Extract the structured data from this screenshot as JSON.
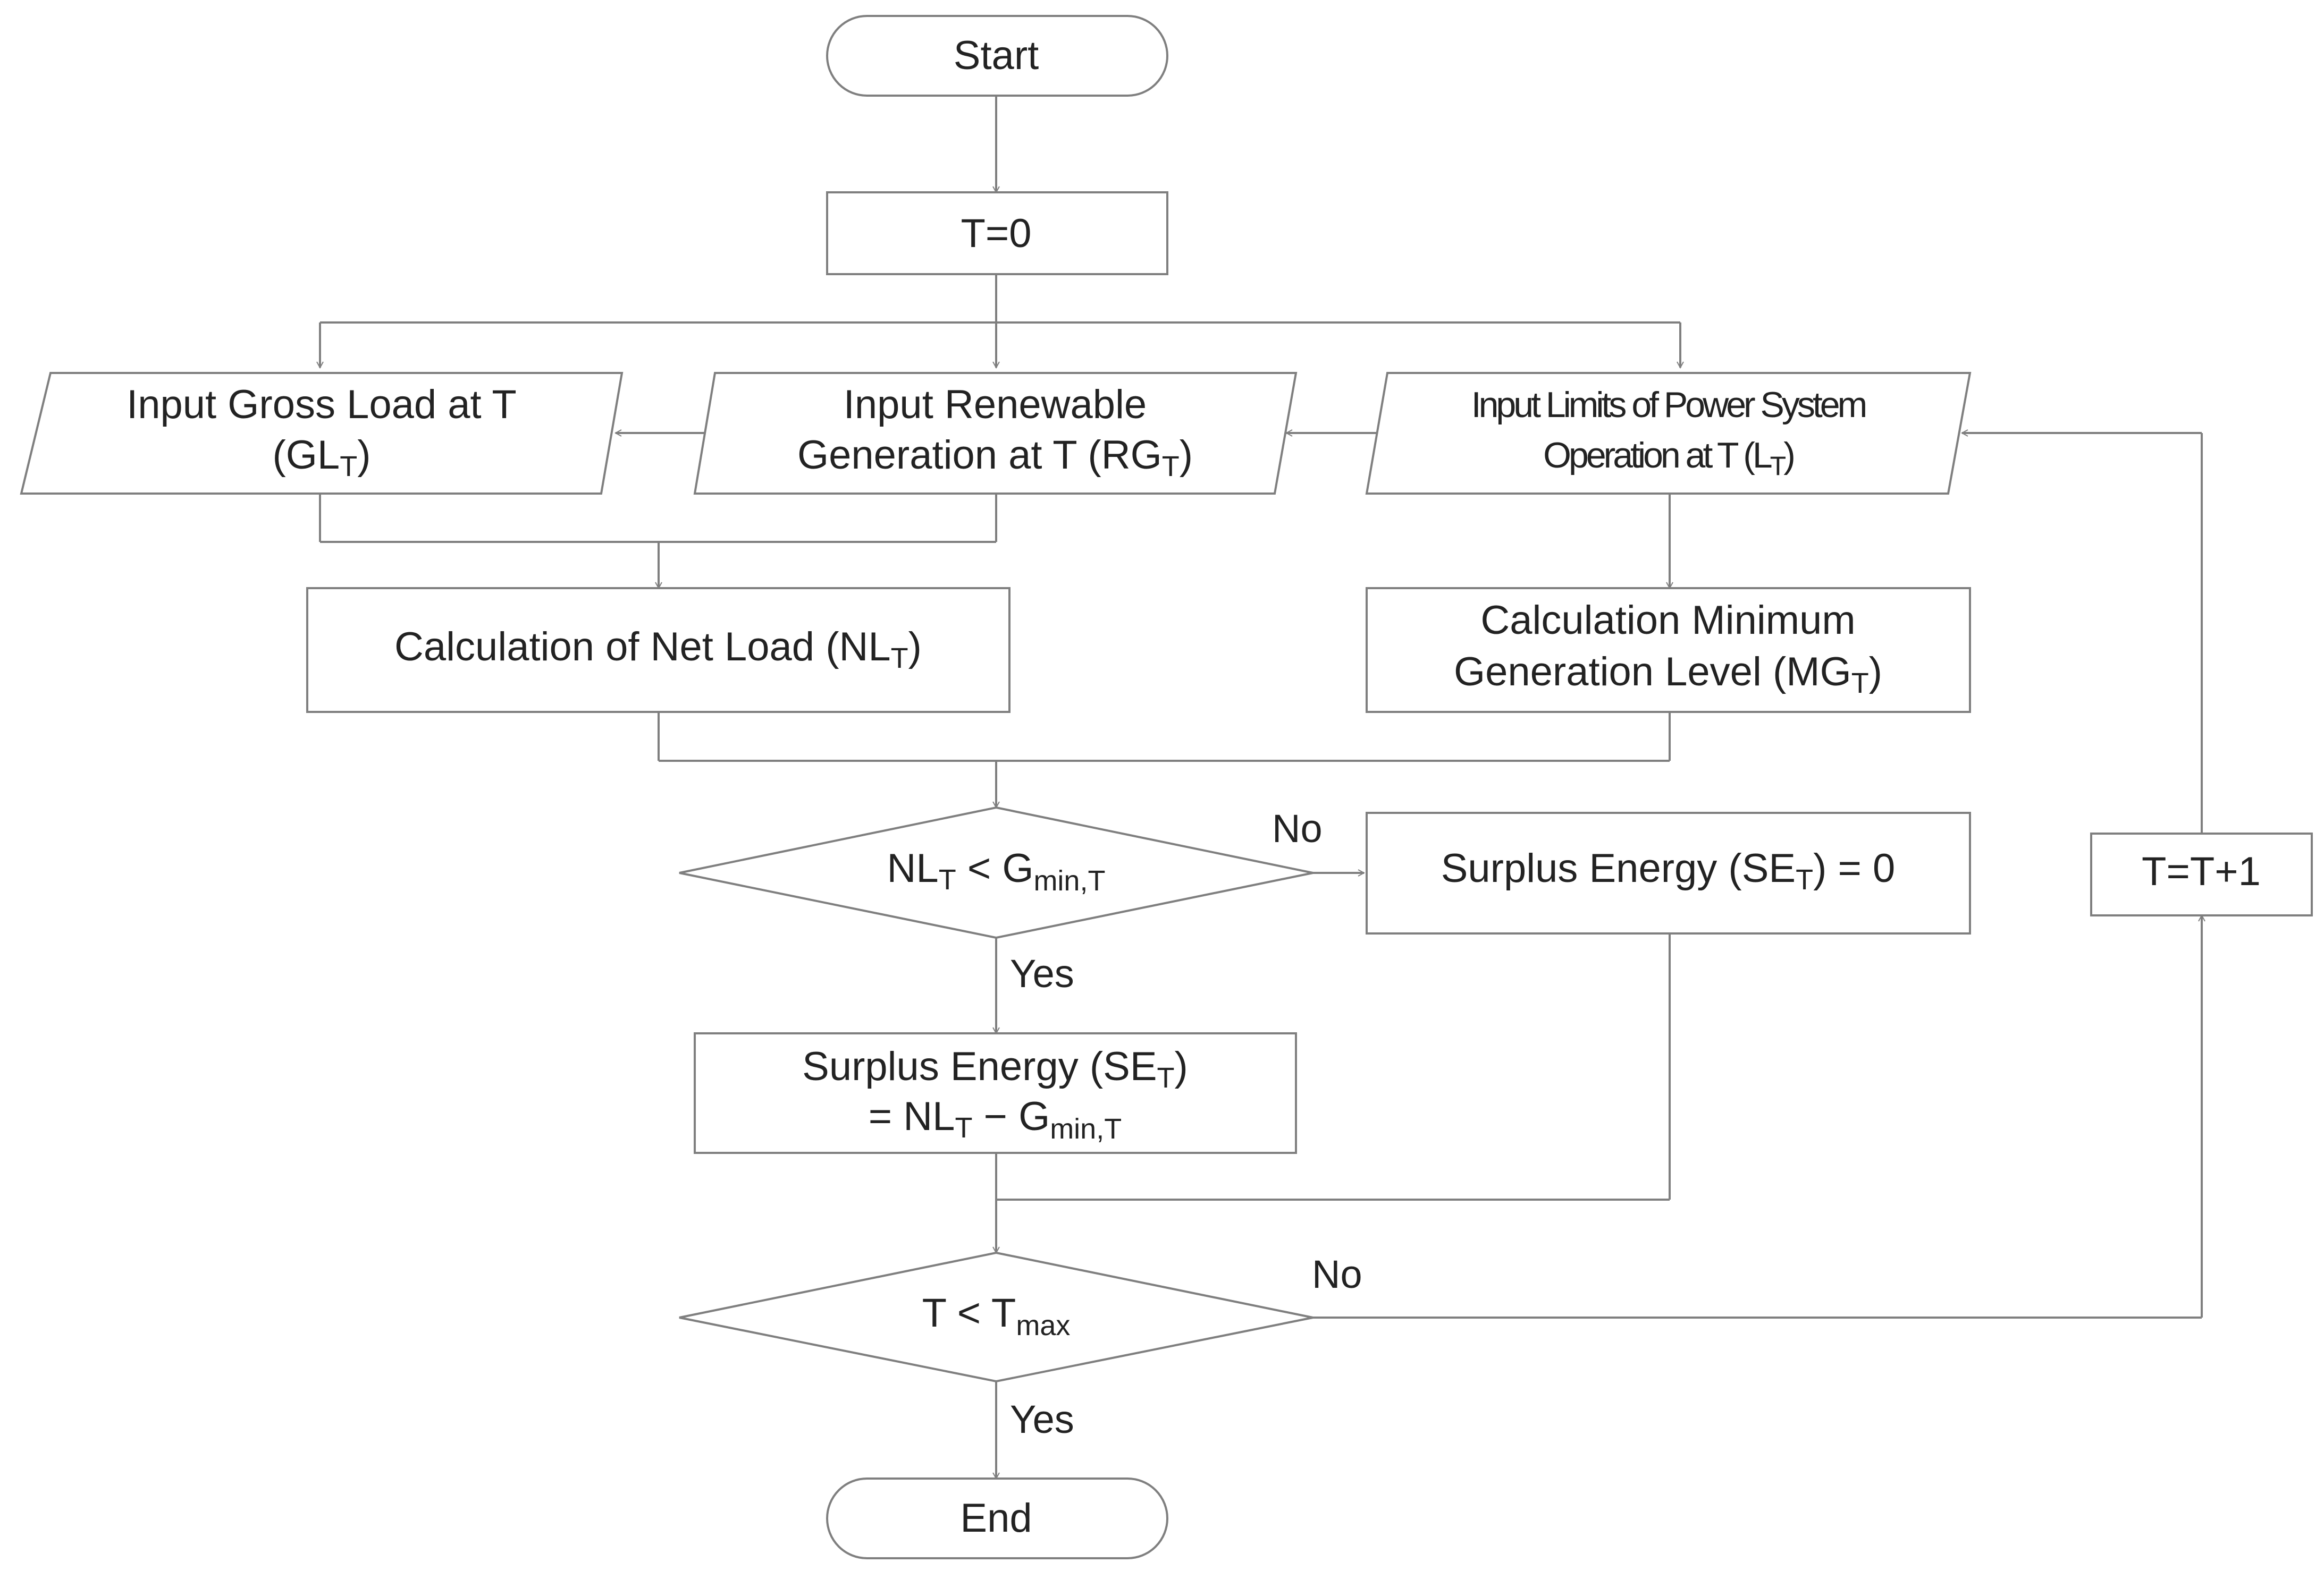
{
  "diagram": {
    "nodes": {
      "start": {
        "text": "Start"
      },
      "t_init": {
        "text": "T=0"
      },
      "input_gross_load": {
        "line1": "Input Gross Load at T",
        "line2_pre": "(GL",
        "line2_sub": "T",
        "line2_post": ")"
      },
      "input_renewable": {
        "line1": "Input Renewable",
        "line2_pre": "Generation at T (RG",
        "line2_sub": "T",
        "line2_post": ")"
      },
      "input_limits": {
        "line1": "Input Limits of Power System",
        "line2_pre": "Operation at T (L",
        "line2_sub": "T",
        "line2_post": ")"
      },
      "calc_net_load": {
        "pre": "Calculation of Net Load (NL",
        "sub": "T",
        "post": ")"
      },
      "calc_min_gen": {
        "line1": "Calculation Minimum",
        "line2_pre": "Generation Level (MG",
        "line2_sub": "T",
        "line2_post": ")"
      },
      "decision_nl": {
        "a": "NL",
        "a_sub": "T",
        "b": " < G",
        "b_sub": "min,T"
      },
      "surplus_zero": {
        "pre": "Surplus Energy (SE",
        "sub": "T",
        "post": ") = 0"
      },
      "surplus_calc": {
        "line1_pre": "Surplus Energy (SE",
        "line1_sub": "T",
        "line1_post": ")",
        "line2_a": "= NL",
        "line2_a_sub": "T",
        "line2_b": " − G",
        "line2_b_sub": "min,T"
      },
      "decision_t": {
        "a": "T < T",
        "a_sub": "max"
      },
      "t_increment": {
        "text": "T=T+1"
      },
      "end": {
        "text": "End"
      }
    },
    "edge_labels": {
      "nl_no": "No",
      "nl_yes": "Yes",
      "t_no": "No",
      "t_yes": "Yes"
    }
  }
}
